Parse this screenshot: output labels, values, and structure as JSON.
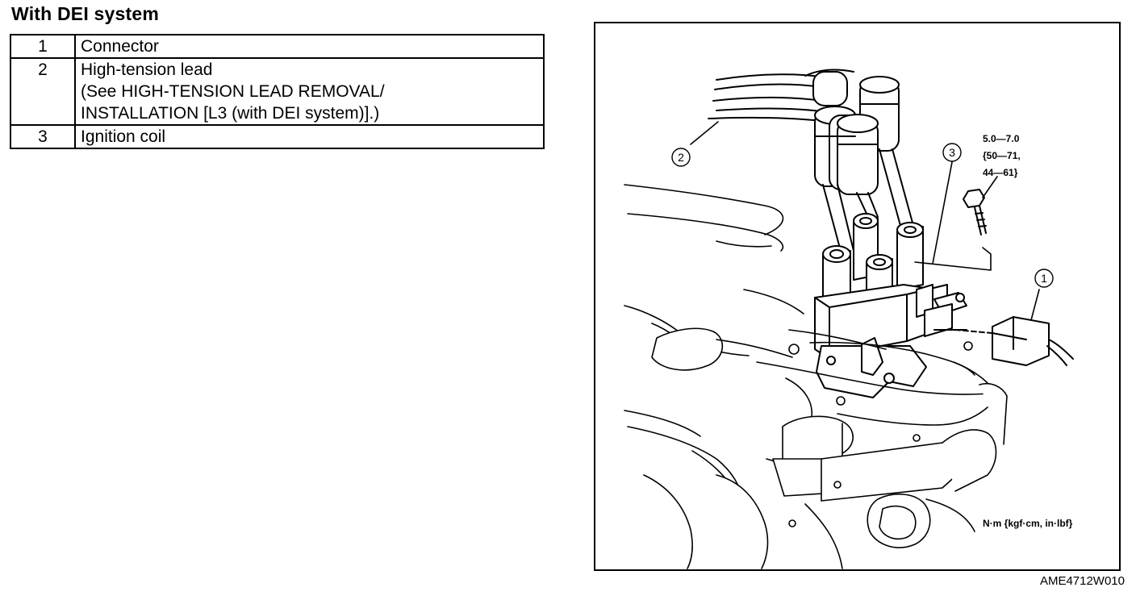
{
  "heading": "With DEI system",
  "parts": [
    {
      "num": "1",
      "lines": [
        "Connector"
      ]
    },
    {
      "num": "2",
      "lines": [
        "High-tension lead",
        "(See HIGH-TENSION LEAD REMOVAL/",
        "INSTALLATION [L3 (with DEI system)].)"
      ]
    },
    {
      "num": "3",
      "lines": [
        "Ignition coil"
      ]
    }
  ],
  "figure": {
    "callouts": [
      "1",
      "2",
      "3"
    ],
    "torque_lines": [
      "5.0—7.0",
      "{50—71,",
      "44—61}"
    ],
    "units": "N·m {kgf·cm, in·lbf}",
    "id": "AME4712W010"
  }
}
